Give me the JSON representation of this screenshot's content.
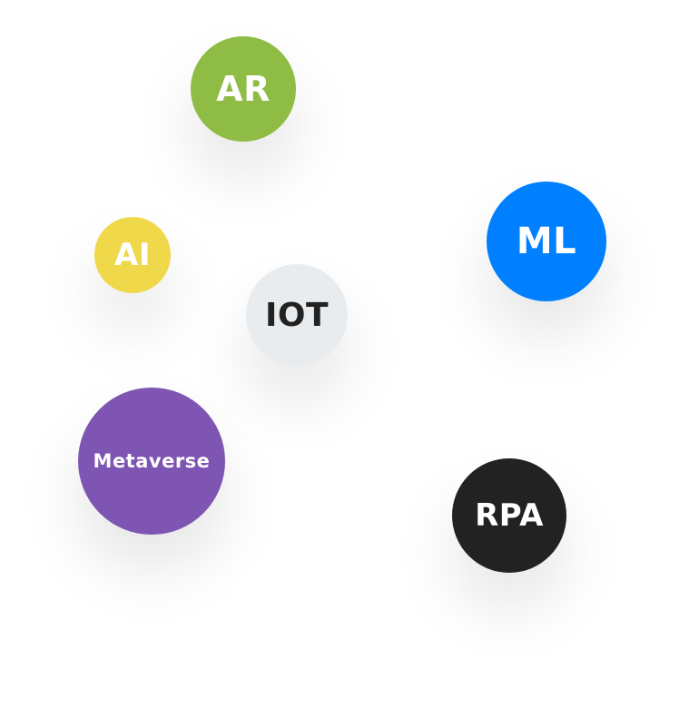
{
  "bubbles": {
    "ar": {
      "label": "AR",
      "color": "#8fbc44"
    },
    "ai": {
      "label": "AI",
      "color": "#efd94b"
    },
    "iot": {
      "label": "IOT",
      "color": "#e9ecef"
    },
    "ml": {
      "label": "ML",
      "color": "#0080ff"
    },
    "metaverse": {
      "label": "Metaverse",
      "color": "#7e55b2"
    },
    "rpa": {
      "label": "RPA",
      "color": "#222222"
    }
  }
}
